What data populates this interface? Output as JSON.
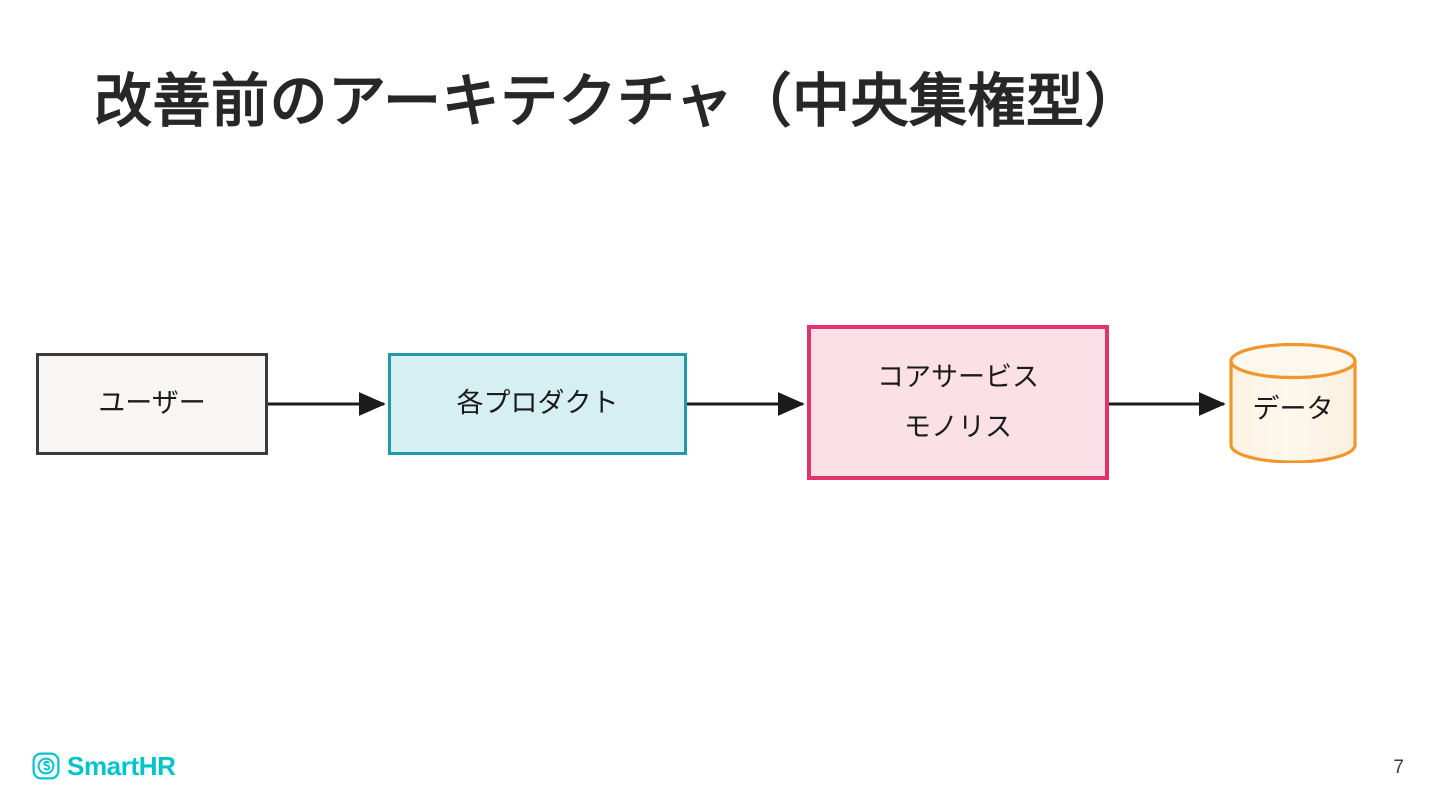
{
  "slide": {
    "title": "改善前のアーキテクチャ（中央集権型）",
    "page_number": "7",
    "background_color": "#ffffff",
    "title_color": "#272727"
  },
  "diagram": {
    "type": "flow",
    "direction": "left-to-right",
    "nodes": [
      {
        "id": "user",
        "label": "ユーザー",
        "shape": "rectangle",
        "fill": "#f7f6f5",
        "stroke": "#3b3b3b"
      },
      {
        "id": "products",
        "label": "各プロダクト",
        "shape": "rectangle",
        "fill": "#d6eff2",
        "stroke": "#219aa5"
      },
      {
        "id": "monolith",
        "label_line1": "コアサービス",
        "label_line2": "モノリス",
        "shape": "rectangle",
        "fill": "#fce0e8",
        "stroke": "#e3336d"
      },
      {
        "id": "data",
        "label": "データ",
        "shape": "cylinder",
        "fill": "#fdf5e6",
        "stroke": "#f0962d"
      }
    ],
    "edges": [
      {
        "from": "user",
        "to": "products",
        "style": "solid-arrow"
      },
      {
        "from": "products",
        "to": "monolith",
        "style": "solid-arrow"
      },
      {
        "from": "monolith",
        "to": "data",
        "style": "solid-arrow"
      }
    ]
  },
  "footer": {
    "brand": "SmartHR",
    "brand_color": "#00c4cc",
    "logo_icon": "smarthr-logo-icon"
  }
}
